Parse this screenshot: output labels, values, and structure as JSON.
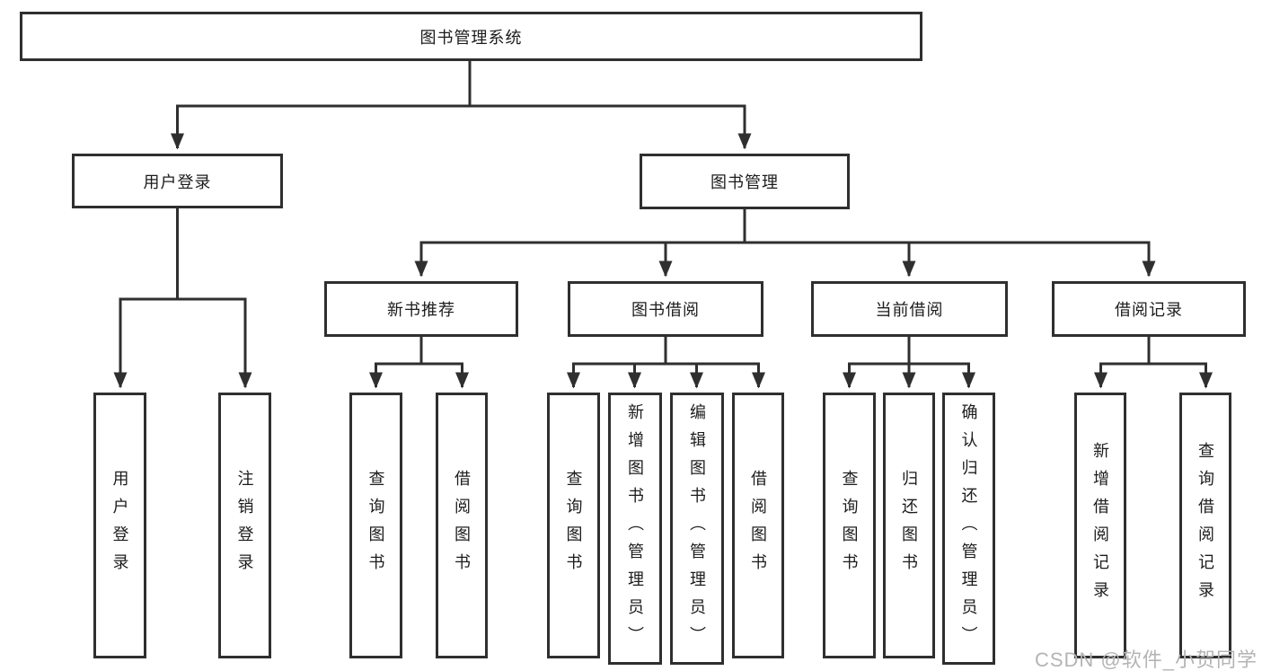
{
  "tree": {
    "root": "图书管理系统",
    "children": [
      {
        "label": "用户登录",
        "children": [
          {
            "label": "用户登录"
          },
          {
            "label": "注销登录"
          }
        ]
      },
      {
        "label": "图书管理",
        "children": [
          {
            "label": "新书推荐",
            "children": [
              {
                "label": "查询图书"
              },
              {
                "label": "借阅图书"
              }
            ]
          },
          {
            "label": "图书借阅",
            "children": [
              {
                "label": "查询图书"
              },
              {
                "label": "新增图书（管理员）"
              },
              {
                "label": "编辑图书（管理员）"
              },
              {
                "label": "借阅图书"
              }
            ]
          },
          {
            "label": "当前借阅",
            "children": [
              {
                "label": "查询图书"
              },
              {
                "label": "归还图书"
              },
              {
                "label": "确认归还（管理员）"
              }
            ]
          },
          {
            "label": "借阅记录",
            "children": [
              {
                "label": "新增借阅记录"
              },
              {
                "label": "查询借阅记录"
              }
            ]
          }
        ]
      }
    ]
  },
  "watermark": {
    "text": "CSDN @软件_小贺同学"
  },
  "colors": {
    "line": "#2f2f2f",
    "text": "#1c1c1c",
    "watermark": "#b4b4b4",
    "background": "#ffffff"
  }
}
